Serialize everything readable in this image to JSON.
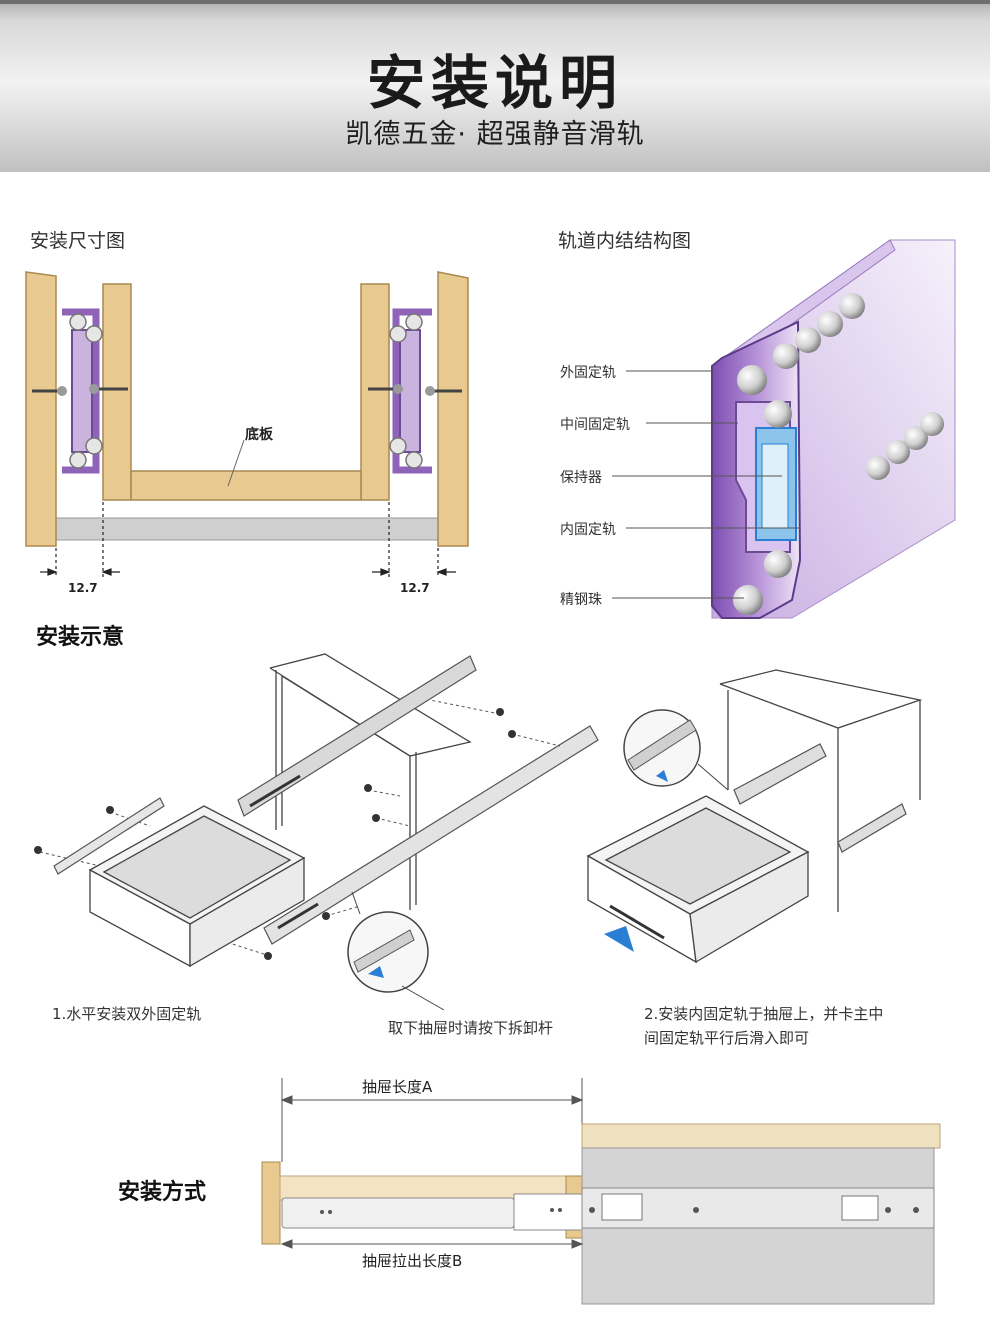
{
  "header": {
    "title": "安装说明",
    "subtitle": "凯德五金· 超强静音滑轨"
  },
  "sections": {
    "dimension_diagram": "安装尺寸图",
    "structure_diagram": "轨道内结结构图",
    "install_demo": "安装示意",
    "install_method": "安装方式"
  },
  "dimension_labels": {
    "bottom_board": "底板",
    "gap_left": "12.7",
    "gap_right": "12.7"
  },
  "structure_parts": [
    "外固定轨",
    "中间固定轨",
    "保持器",
    "内固定轨",
    "精钢珠"
  ],
  "install_steps": {
    "step1": "1.水平安装双外固定轨",
    "remove_note": "取下抽屉时请按下拆卸杆",
    "step2_line1": "2.安装内固定轨于抽屉上，并卡主中",
    "step2_line2": "间固定轨平行后滑入即可"
  },
  "method_labels": {
    "drawer_length": "抽屉长度A",
    "pull_length": "抽屉拉出长度B"
  },
  "colors": {
    "wood": "#e8c990",
    "rail_purple": "#8e63b8",
    "steel_gray": "#c9c9c9",
    "accent_blue": "#2a7fd4"
  }
}
